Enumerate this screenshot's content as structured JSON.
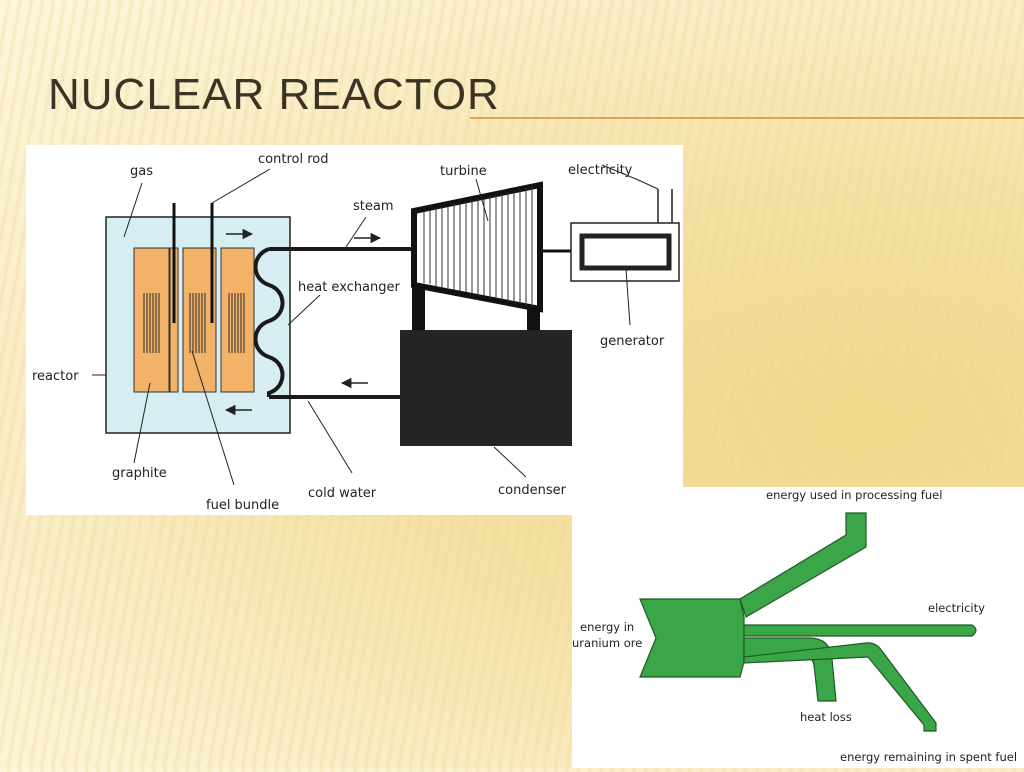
{
  "slide": {
    "title": "NUCLEAR REACTOR"
  },
  "reactor_diagram": {
    "labels": {
      "gas": "gas",
      "control_rod": "control rod",
      "turbine": "turbine",
      "electricity": "electricity",
      "steam": "steam",
      "heat_exchanger": "heat exchanger",
      "generator": "generator",
      "reactor": "reactor",
      "graphite": "graphite",
      "fuel_bundle": "fuel bundle",
      "cold_water": "cold water",
      "condenser": "condenser"
    },
    "colors": {
      "vessel": "#d6eef2",
      "graphite": "#f2b267",
      "condenser": "#252525"
    }
  },
  "sankey_diagram": {
    "labels": {
      "energy_in_line1": "energy in",
      "energy_in_line2": "uranium ore",
      "processing": "energy used in processing fuel",
      "electricity": "electricity",
      "heat_loss": "heat loss",
      "spent_fuel": "energy remaining in spent fuel"
    },
    "colors": {
      "flow": "#3aa648",
      "outline": "#1e5a26"
    }
  }
}
